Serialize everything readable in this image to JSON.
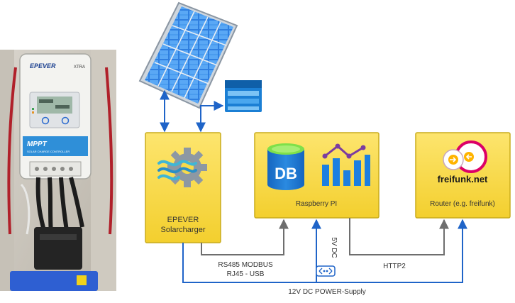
{
  "nodes": {
    "solarcharger": {
      "label_line1": "EPEVER",
      "label_line2": "Solarcharger"
    },
    "raspberry": {
      "label": "Raspberry PI"
    },
    "router": {
      "label": "Router (e.g. freifunk)"
    }
  },
  "icons": {
    "db_text": "DB",
    "freifunk_text": "freifunk.net"
  },
  "device_photo": {
    "brand": "EPEVER",
    "model": "XTRA",
    "panel_title": "MPPT",
    "panel_subtitle": "SOLAR CHARGE CONTROLLER"
  },
  "edges": {
    "rs485_line1": "RS485 MODBUS",
    "rs485_line2": "RJ45 - USB",
    "dc5v": "5V DC",
    "http2": "HTTP2",
    "dc12v": "12V DC POWER-Supply"
  },
  "colors": {
    "box_fill": "#fde36b",
    "box_stroke": "#c9ac1c",
    "arrow_blue": "#1f64c8",
    "arrow_gray": "#6e6e6e",
    "azure_blue": "#1b7fd4"
  }
}
